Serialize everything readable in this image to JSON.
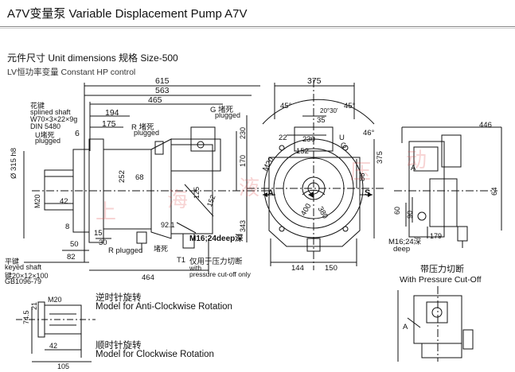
{
  "header": {
    "title": "A7V变量泵 Variable Displacement Pump A7V",
    "subtitle": "元件尺寸 Unit dimensions 规格 Size-500",
    "control": "LV恒功率变量 Constant HP control"
  },
  "dimensions": {
    "d615": "615",
    "d563": "563",
    "d465": "465",
    "d194": "194",
    "d175": "175",
    "d6": "6",
    "d315": "Ø 315 h8",
    "m20": "M20",
    "d42": "42",
    "d8": "8",
    "d82": "82",
    "d50": "50",
    "d15": "15",
    "d30": "30",
    "d252": "252",
    "d68": "68",
    "d125": "125",
    "d152": "152",
    "d92": "92.1",
    "d464": "464",
    "d170": "170",
    "d230": "230",
    "d343": "343",
    "d375": "375",
    "d35": "35",
    "d22": "22",
    "d230b": "230",
    "d152b": "152",
    "d400": "400",
    "d380": "380",
    "d375v": "375",
    "d86": "86",
    "d144": "144",
    "d150": "150",
    "a45a": "45°",
    "a45b": "45°",
    "a46": "46°",
    "a20": "20°30'",
    "d446": "446",
    "d64": "64",
    "d60": "60",
    "d90": "90",
    "d179": "179",
    "d21": "21",
    "d74": "74.5",
    "d105": "105",
    "d42b": "42",
    "m20b": "M20"
  },
  "labels": {
    "spline_cn": "花键",
    "spline_en": "splined shaft",
    "spline_spec": "W70×3×22×9g",
    "din": "DIN 5480",
    "u_plug_cn": "U堵死",
    "u_plug_en": "plugged",
    "g_plug_cn": "G 堵死",
    "g_plug_en": "plugged",
    "r_plug_cn": "R 堵死",
    "r_plug_en": "plugged",
    "r_plugged": "R plugged",
    "t1": "T1",
    "fill": "堵死",
    "m16": "M16;24deep深",
    "cutoff_cn": "仅用于压力切断",
    "cutoff_en1": "with",
    "cutoff_en2": "pressure cut-off only",
    "key_cn": "平键",
    "key_en": "keyed shaft",
    "key_spec": "键20×12×100",
    "key_std": "GB1096-79",
    "m16b": "M16;24深",
    "deep": "deep",
    "with_cutoff_cn": "带压力切断",
    "with_cutoff_en": "With Pressure Cut-Off",
    "acw_cn": "逆时针旋转",
    "acw_en": "Model for Anti-Clockwise Rotation",
    "cw_cn": "顺时针旋转",
    "cw_en": "Model for Clockwise Rotation",
    "port_a": "A",
    "port_s": "S",
    "port_u": "U",
    "port_g": "G",
    "port_a2": "A",
    "port_a3": "A",
    "port_r": "R"
  },
  "colors": {
    "line": "#111111",
    "watermark": "#e03030"
  }
}
